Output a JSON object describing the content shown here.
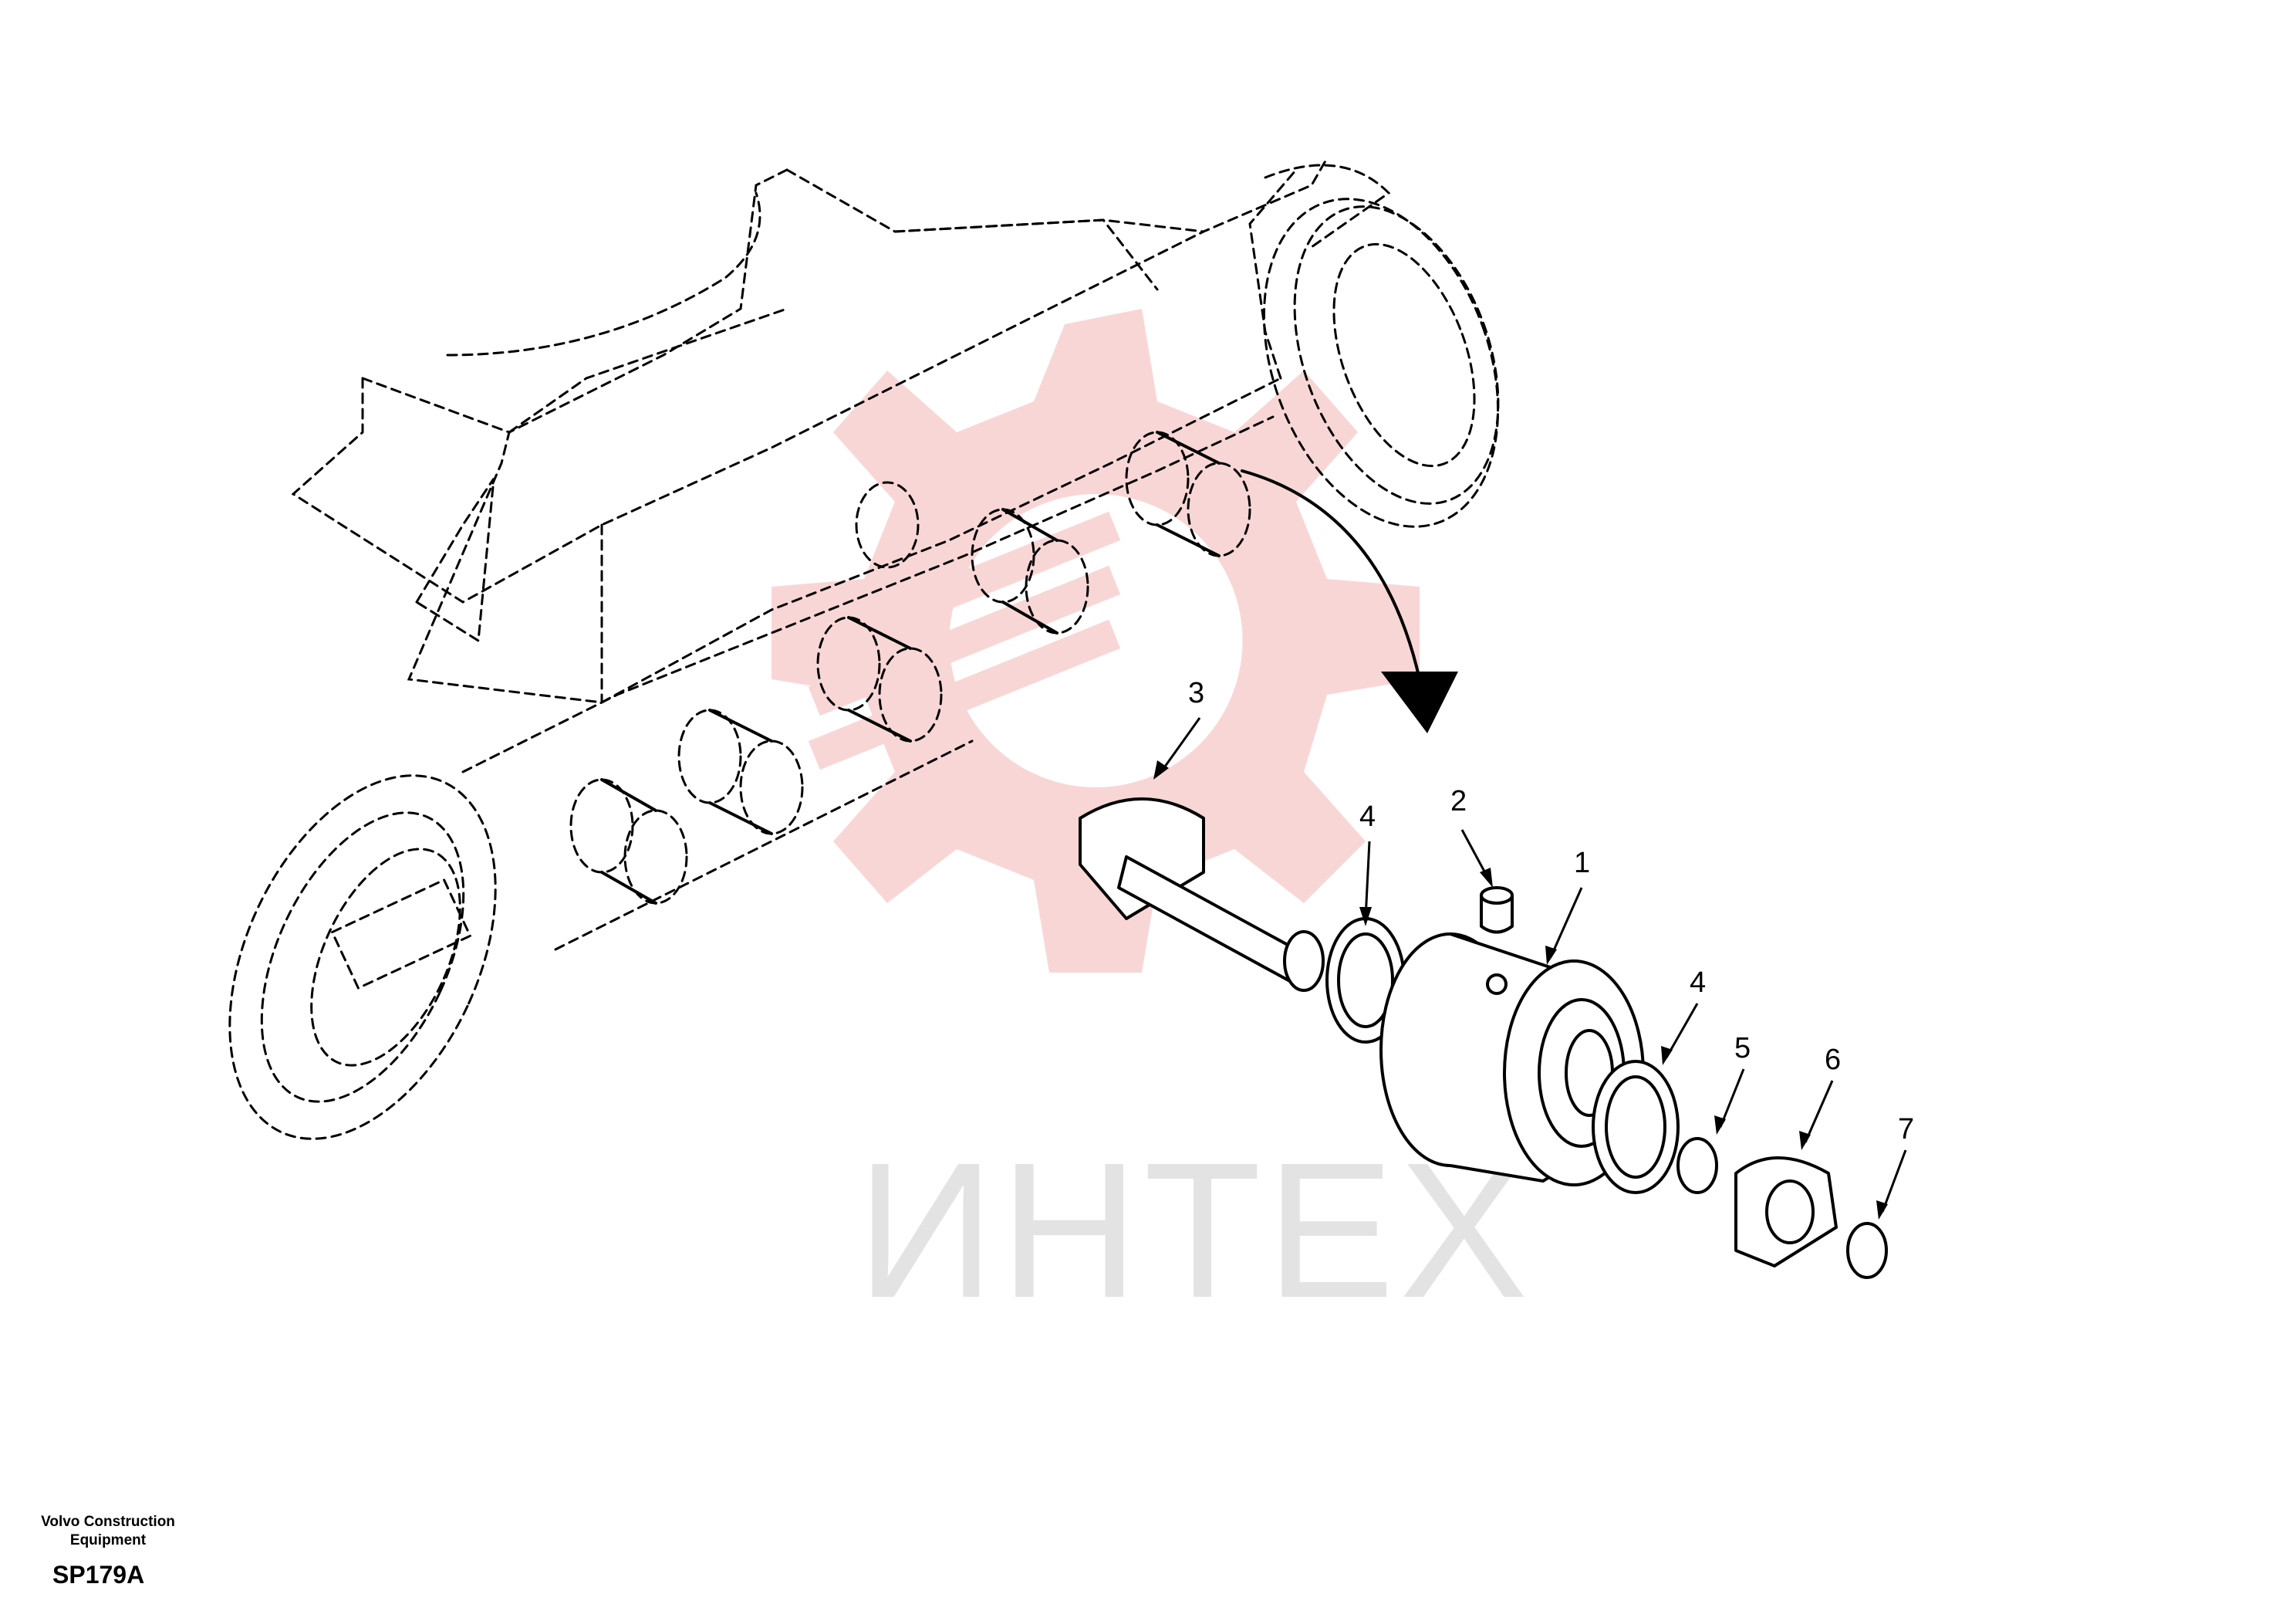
{
  "diagram": {
    "callouts": [
      {
        "id": "3",
        "label": "3"
      },
      {
        "id": "4a",
        "label": "4"
      },
      {
        "id": "2",
        "label": "2"
      },
      {
        "id": "1",
        "label": "1"
      },
      {
        "id": "4b",
        "label": "4"
      },
      {
        "id": "5",
        "label": "5"
      },
      {
        "id": "6",
        "label": "6"
      },
      {
        "id": "7",
        "label": "7"
      }
    ],
    "watermark": {
      "text": "ИНТЕХ",
      "gear_color": "#f9d6d6",
      "text_color": "#e3e3e3"
    },
    "line_color": "#000000"
  },
  "footer": {
    "manufacturer_line1": "Volvo Construction",
    "manufacturer_line2": "Equipment",
    "drawing_code": "SP179A"
  }
}
